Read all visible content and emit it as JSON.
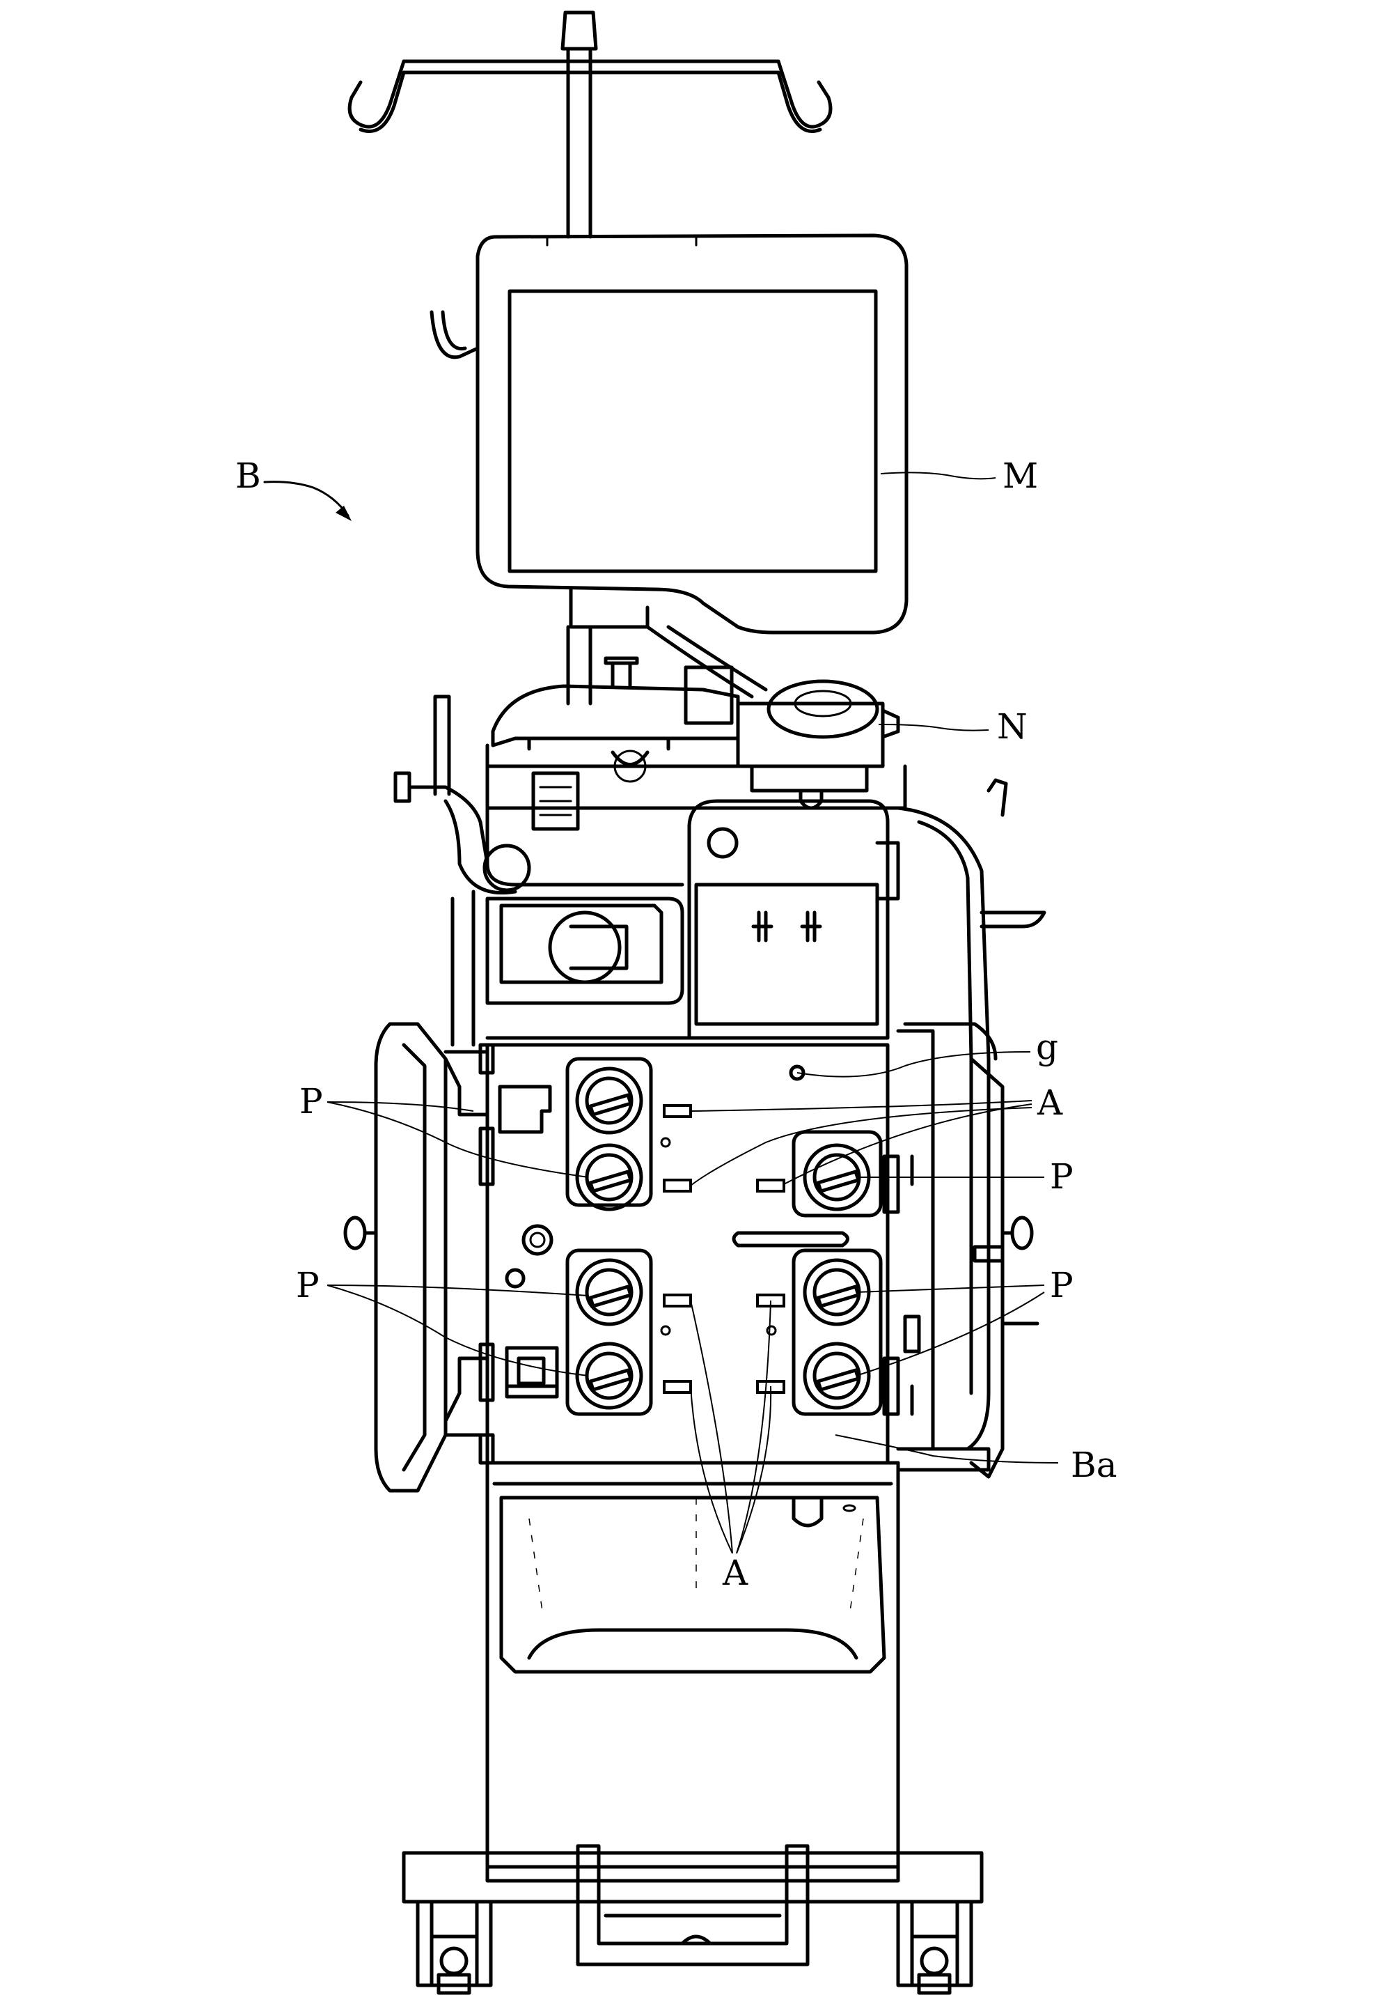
{
  "figure": {
    "labels": {
      "apparatus": "B",
      "monitor": "M",
      "unit_n": "N",
      "hole_g": "g",
      "pump_p": "P",
      "connector_a": "A",
      "base_ba": "Ba"
    }
  }
}
